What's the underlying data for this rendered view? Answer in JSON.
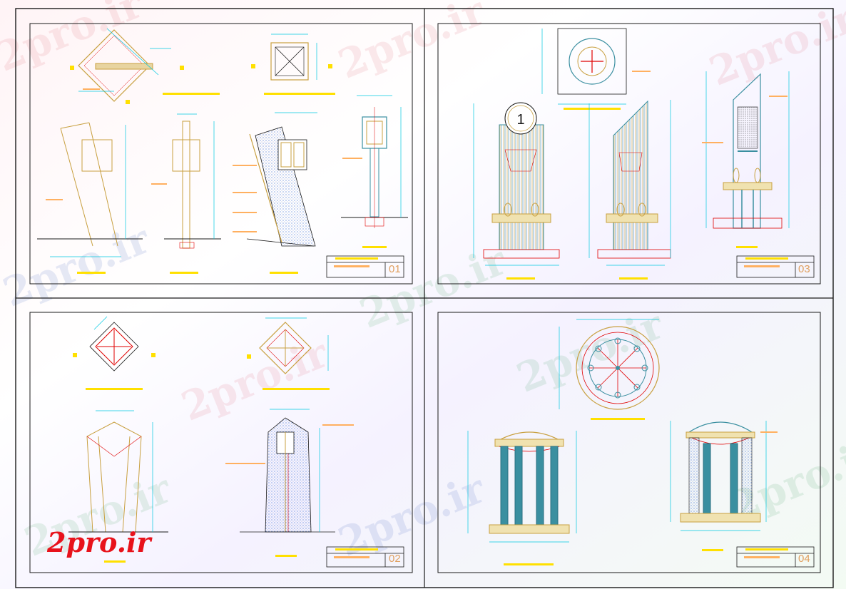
{
  "watermark": {
    "text": "2pro.ir",
    "brand_logo": "2pro.ir",
    "brand_color": "#e8121b"
  },
  "sheets": [
    {
      "number": "01",
      "detail_mark": ""
    },
    {
      "number": "03",
      "detail_mark": "1"
    },
    {
      "number": "02",
      "detail_mark": ""
    },
    {
      "number": "04",
      "detail_mark": ""
    }
  ],
  "colors": {
    "border": "#1a1a1a",
    "dimension": "#00c8e0",
    "outline": "#c8a040",
    "column": "#3a8fa0",
    "hatch": "#2040c0",
    "accent": "#e00000",
    "label": "#ffe000",
    "leader": "#ffb060"
  }
}
